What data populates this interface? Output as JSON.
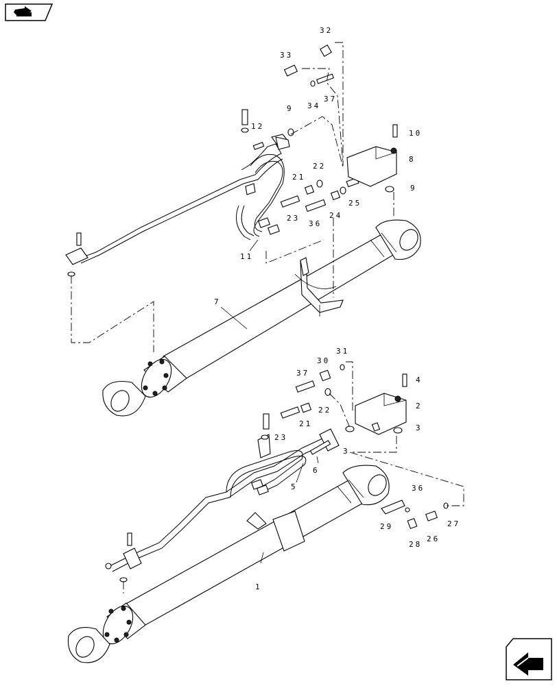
{
  "nav": {
    "top_button_icon": "folder-arrow-icon",
    "bottom_button_icon": "next-page-arrow-icon"
  },
  "callouts_upper": {
    "c32": "32",
    "c33": "33",
    "c34": "34",
    "c37": "37",
    "c9a": "9",
    "c12": "12",
    "c10": "10",
    "c8": "8",
    "c22": "22",
    "c21": "21",
    "c25": "25",
    "c9b": "9",
    "c23": "23",
    "c36": "36",
    "c24": "24",
    "c11": "11",
    "c7": "7"
  },
  "callouts_lower": {
    "c31": "31",
    "c30": "30",
    "c37": "37",
    "c4": "4",
    "c2": "2",
    "c22": "22",
    "c21": "21",
    "c23": "23",
    "c3a": "3",
    "c3b": "3",
    "c6": "6",
    "c5": "5",
    "c36": "36",
    "c29": "29",
    "c26": "26",
    "c27": "27",
    "c28": "28",
    "c1": "1"
  }
}
